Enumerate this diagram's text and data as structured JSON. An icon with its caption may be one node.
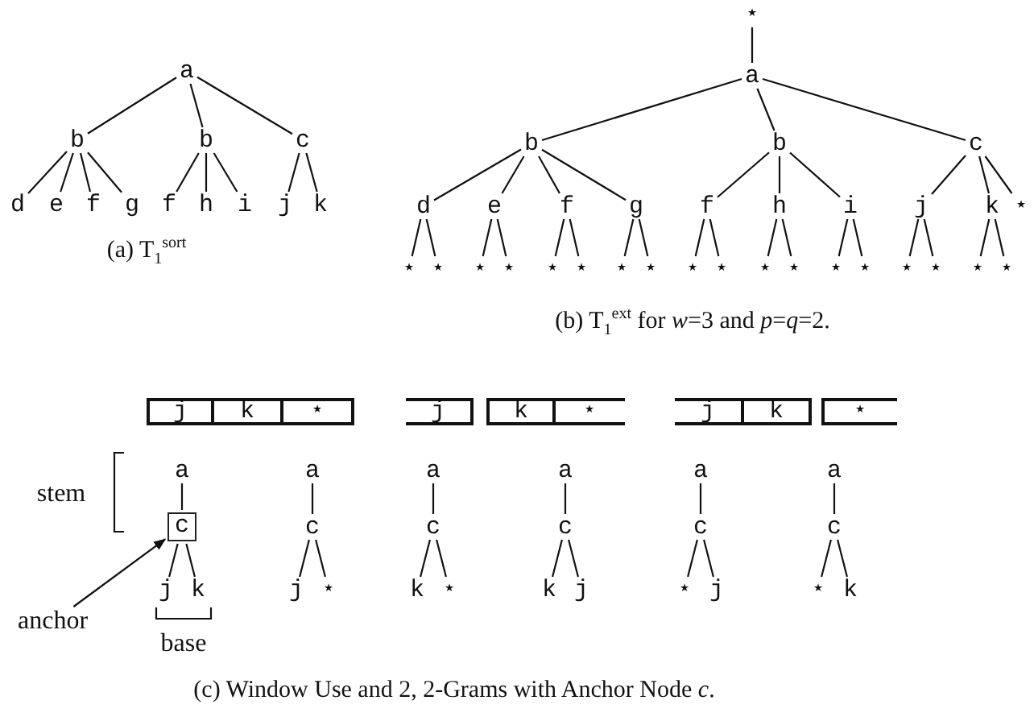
{
  "diagram": {
    "nodes": [
      {
        "text": [
          "a"
        ]
      },
      {
        "text": [
          "b"
        ]
      },
      {
        "text": [
          "b"
        ]
      },
      {
        "text": [
          "c"
        ]
      },
      {
        "text": [
          "d"
        ]
      },
      {
        "text": [
          "e"
        ]
      },
      {
        "text": [
          "f"
        ]
      },
      {
        "text": [
          "g"
        ]
      },
      {
        "text": [
          "f"
        ]
      },
      {
        "text": [
          "h"
        ]
      },
      {
        "text": [
          "i"
        ]
      },
      {
        "text": [
          "j"
        ]
      },
      {
        "text": [
          "k"
        ]
      },
      {
        "text": [
          "⋆"
        ]
      },
      {
        "text": [
          "a"
        ]
      },
      {
        "text": [
          "b"
        ]
      },
      {
        "text": [
          "b"
        ]
      },
      {
        "text": [
          "c"
        ]
      },
      {
        "text": [
          "d"
        ]
      },
      {
        "text": [
          "e"
        ]
      },
      {
        "text": [
          "f"
        ]
      },
      {
        "text": [
          "g"
        ]
      },
      {
        "text": [
          "f"
        ]
      },
      {
        "text": [
          "h"
        ]
      },
      {
        "text": [
          "i"
        ]
      },
      {
        "text": [
          "j"
        ]
      },
      {
        "text": [
          "k"
        ]
      },
      {
        "text": [
          "⋆"
        ]
      },
      {
        "text": [
          "⋆"
        ]
      },
      {
        "text": [
          "⋆"
        ]
      },
      {
        "text": [
          "⋆"
        ]
      },
      {
        "text": [
          "⋆"
        ]
      },
      {
        "text": [
          "⋆"
        ]
      },
      {
        "text": [
          "⋆"
        ]
      },
      {
        "text": [
          "⋆"
        ]
      },
      {
        "text": [
          "⋆"
        ]
      },
      {
        "text": [
          "⋆"
        ]
      },
      {
        "text": [
          "⋆"
        ]
      },
      {
        "text": [
          "⋆"
        ]
      },
      {
        "text": [
          "⋆"
        ]
      },
      {
        "text": [
          "⋆"
        ]
      },
      {
        "text": [
          "⋆"
        ]
      },
      {
        "text": [
          "⋆"
        ]
      },
      {
        "text": [
          "⋆"
        ]
      },
      {
        "text": [
          "⋆"
        ]
      },
      {
        "text": [
          "⋆"
        ]
      },
      {
        "text": [
          "j"
        ]
      },
      {
        "text": [
          "k"
        ]
      },
      {
        "text": [
          "⋆"
        ]
      },
      {
        "text": [
          "j"
        ]
      },
      {
        "text": [
          "k"
        ]
      },
      {
        "text": [
          "⋆"
        ]
      },
      {
        "text": [
          "j"
        ]
      },
      {
        "text": [
          "k"
        ]
      },
      {
        "text": [
          "⋆"
        ]
      },
      {
        "text": [
          "a"
        ]
      },
      {
        "text": [
          "c"
        ]
      },
      {
        "text": [
          "j"
        ]
      },
      {
        "text": [
          "k"
        ]
      },
      {
        "text": [
          "a"
        ]
      },
      {
        "text": [
          "c"
        ]
      },
      {
        "text": [
          "j"
        ]
      },
      {
        "text": [
          "⋆"
        ]
      },
      {
        "text": [
          "a"
        ]
      },
      {
        "text": [
          "c"
        ]
      },
      {
        "text": [
          "k"
        ]
      },
      {
        "text": [
          "⋆"
        ]
      },
      {
        "text": [
          "a"
        ]
      },
      {
        "text": [
          "c"
        ]
      },
      {
        "text": [
          "k"
        ]
      },
      {
        "text": [
          "j"
        ]
      },
      {
        "text": [
          "a"
        ]
      },
      {
        "text": [
          "c"
        ]
      },
      {
        "text": [
          "⋆"
        ]
      },
      {
        "text": [
          "j"
        ]
      },
      {
        "text": [
          "a"
        ]
      },
      {
        "text": [
          "c"
        ]
      },
      {
        "text": [
          "⋆"
        ]
      },
      {
        "text": [
          "k"
        ]
      },
      {
        "text": [
          "anchor"
        ]
      }
    ],
    "edges": [
      {
        "from": 0,
        "to": 1,
        "arrow": "none"
      },
      {
        "from": 0,
        "to": 2,
        "arrow": "none"
      },
      {
        "from": 0,
        "to": 3,
        "arrow": "none"
      },
      {
        "from": 1,
        "to": 4,
        "arrow": "none"
      },
      {
        "from": 1,
        "to": 5,
        "arrow": "none"
      },
      {
        "from": 1,
        "to": 6,
        "arrow": "none"
      },
      {
        "from": 1,
        "to": 7,
        "arrow": "none"
      },
      {
        "from": 2,
        "to": 8,
        "arrow": "none"
      },
      {
        "from": 2,
        "to": 9,
        "arrow": "none"
      },
      {
        "from": 2,
        "to": 10,
        "arrow": "none"
      },
      {
        "from": 3,
        "to": 11,
        "arrow": "none"
      },
      {
        "from": 3,
        "to": 12,
        "arrow": "none"
      },
      {
        "from": 13,
        "to": 14,
        "arrow": "none"
      },
      {
        "from": 14,
        "to": 15,
        "arrow": "none"
      },
      {
        "from": 14,
        "to": 16,
        "arrow": "none"
      },
      {
        "from": 14,
        "to": 17,
        "arrow": "none"
      },
      {
        "from": 15,
        "to": 18,
        "arrow": "none"
      },
      {
        "from": 15,
        "to": 19,
        "arrow": "none"
      },
      {
        "from": 15,
        "to": 20,
        "arrow": "none"
      },
      {
        "from": 15,
        "to": 21,
        "arrow": "none"
      },
      {
        "from": 16,
        "to": 22,
        "arrow": "none"
      },
      {
        "from": 16,
        "to": 23,
        "arrow": "none"
      },
      {
        "from": 16,
        "to": 24,
        "arrow": "none"
      },
      {
        "from": 17,
        "to": 25,
        "arrow": "none"
      },
      {
        "from": 17,
        "to": 26,
        "arrow": "none"
      },
      {
        "from": 17,
        "to": 27,
        "arrow": "none"
      },
      {
        "from": 18,
        "to": 28,
        "arrow": "none"
      },
      {
        "from": 18,
        "to": 29,
        "arrow": "none"
      },
      {
        "from": 19,
        "to": 30,
        "arrow": "none"
      },
      {
        "from": 19,
        "to": 31,
        "arrow": "none"
      },
      {
        "from": 20,
        "to": 32,
        "arrow": "none"
      },
      {
        "from": 20,
        "to": 33,
        "arrow": "none"
      },
      {
        "from": 21,
        "to": 34,
        "arrow": "none"
      },
      {
        "from": 21,
        "to": 35,
        "arrow": "none"
      },
      {
        "from": 22,
        "to": 36,
        "arrow": "none"
      },
      {
        "from": 22,
        "to": 37,
        "arrow": "none"
      },
      {
        "from": 23,
        "to": 38,
        "arrow": "none"
      },
      {
        "from": 23,
        "to": 39,
        "arrow": "none"
      },
      {
        "from": 24,
        "to": 40,
        "arrow": "none"
      },
      {
        "from": 24,
        "to": 41,
        "arrow": "none"
      },
      {
        "from": 25,
        "to": 42,
        "arrow": "none"
      },
      {
        "from": 25,
        "to": 43,
        "arrow": "none"
      },
      {
        "from": 26,
        "to": 44,
        "arrow": "none"
      },
      {
        "from": 26,
        "to": 45,
        "arrow": "none"
      },
      {
        "from": 55,
        "to": 56,
        "arrow": "none"
      },
      {
        "from": 56,
        "to": 57,
        "arrow": "none"
      },
      {
        "from": 56,
        "to": 58,
        "arrow": "none"
      },
      {
        "from": 59,
        "to": 60,
        "arrow": "none"
      },
      {
        "from": 60,
        "to": 61,
        "arrow": "none"
      },
      {
        "from": 60,
        "to": 62,
        "arrow": "none"
      },
      {
        "from": 63,
        "to": 64,
        "arrow": "none"
      },
      {
        "from": 64,
        "to": 65,
        "arrow": "none"
      },
      {
        "from": 64,
        "to": 66,
        "arrow": "none"
      },
      {
        "from": 67,
        "to": 68,
        "arrow": "none"
      },
      {
        "from": 68,
        "to": 69,
        "arrow": "none"
      },
      {
        "from": 68,
        "to": 70,
        "arrow": "none"
      },
      {
        "from": 71,
        "to": 72,
        "arrow": "none"
      },
      {
        "from": 72,
        "to": 73,
        "arrow": "none"
      },
      {
        "from": 72,
        "to": 74,
        "arrow": "none"
      },
      {
        "from": 75,
        "to": 76,
        "arrow": "none"
      },
      {
        "from": 76,
        "to": 77,
        "arrow": "none"
      },
      {
        "from": 76,
        "to": 78,
        "arrow": "none"
      },
      {
        "from": 79,
        "to": 56,
        "arrow": "to"
      }
    ],
    "labels": [
      "(a) T$_{1}$$^{sort}$",
      "(b) T$_{1}$$^{ext}$ for *w*=3 and *p*=*q*=2.",
      "stem",
      "base",
      "(c) Window Use and 2, 2-Grams with Anchor Node *c*."
    ]
  }
}
